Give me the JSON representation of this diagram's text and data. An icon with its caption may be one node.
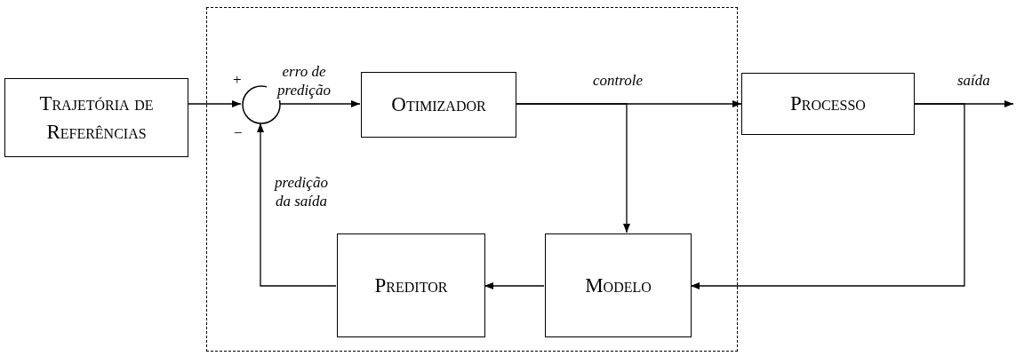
{
  "diagram": {
    "nodes": [
      {
        "text": [
          "Trajetória de Referências"
        ]
      },
      {
        "text": [],
        "shape": "box"
      },
      {
        "text": [],
        "shape": "circle",
        "in": 1
      },
      {
        "text": [
          "Otimizador"
        ],
        "in": 1
      },
      {
        "text": [
          "Processo"
        ]
      },
      {
        "text": [
          "Modelo"
        ],
        "in": 1
      },
      {
        "text": [
          "Preditor"
        ],
        "in": 1
      }
    ],
    "edges": [
      {
        "from": 0,
        "to": 2,
        "arrow": "to"
      },
      {
        "from": 2,
        "to": 3,
        "arrow": "to",
        "label": "erro de predição"
      },
      {
        "from": 3,
        "to": 4,
        "arrow": "to",
        "label": "controle"
      },
      {
        "from": 3,
        "to": 5,
        "arrow": "to"
      },
      {
        "from": 4,
        "to": null,
        "arrow": "to",
        "label": "saída"
      },
      {
        "from": 4,
        "to": 5,
        "arrow": "to"
      },
      {
        "from": 5,
        "to": 6,
        "arrow": "to"
      },
      {
        "from": 6,
        "to": 2,
        "arrow": "to",
        "label": "predição da saída"
      }
    ],
    "labels": [
      "+",
      "−"
    ]
  }
}
